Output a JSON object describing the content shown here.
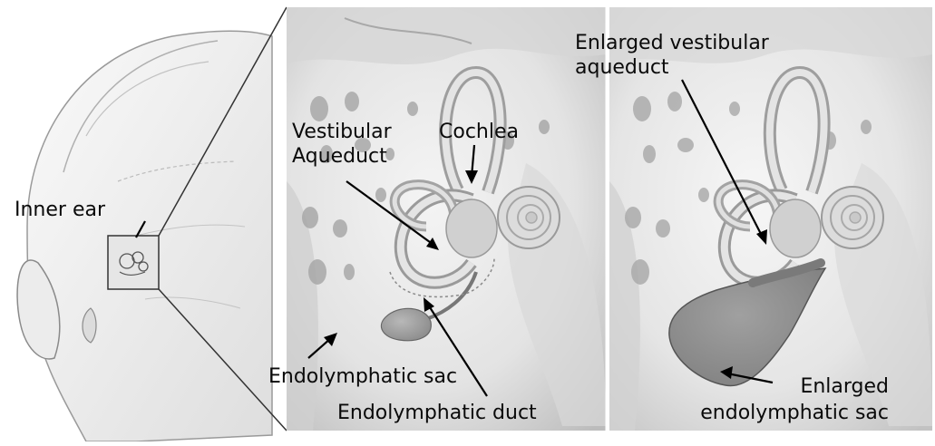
{
  "labels": {
    "inner_ear": "Inner ear",
    "vestibular_aqueduct_line1": "Vestibular",
    "vestibular_aqueduct_line2": "Aqueduct",
    "cochlea": "Cochlea",
    "endolymphatic_sac": "Endolymphatic sac",
    "endolymphatic_duct": "Endolymphatic duct",
    "enlarged_vestibular_aqueduct_line1": "Enlarged vestibular",
    "enlarged_vestibular_aqueduct_line2": "aqueduct",
    "enlarged_endolymphatic_sac_line1": "Enlarged",
    "enlarged_endolymphatic_sac_line2": "endolymphatic sac"
  },
  "colors": {
    "panel_bone": "#e6e6e6",
    "panel_shadow": "#bdbdbd",
    "canal_fill": "#d4d4d4",
    "sac_normal": "#a9a9a9",
    "sac_enlarged": "#8f8f8f",
    "outline": "#444444",
    "label_text": "#0a0a0a"
  }
}
